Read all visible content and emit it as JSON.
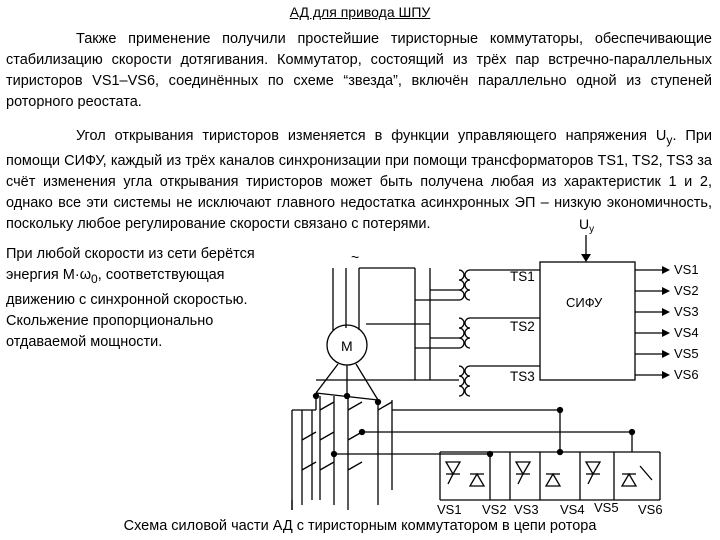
{
  "title": "АД для привода ШПУ",
  "paragraph1": "Также применение получили простейшие тиристорные коммутаторы, обеспечивающие стабилизацию скорости дотягивания. Коммутатор, состоящий из трёх пар встречно-параллельных тиристоров VS1–VS6, соединённых по схеме “звезда”, включён параллельно одной из ступеней роторного реостата.",
  "paragraph2_text": "Угол открывания тиристоров изменяется в функции управляющего напряжения U",
  "paragraph2_sub": "у",
  "paragraph2_rest": ". При помощи СИФУ, каждый из трёх каналов синхронизации при помощи трансформаторов TS1, TS2, TS3 за счёт изменения угла открывания тиристоров может быть получена любая из характеристик 1 и 2, однако все эти системы не исключают главного недостатка асинхронных ЭП – низкую экономичность, поскольку любое регулирование скорости связано с потерями.",
  "side_lines": [
    "При любой скорости из сети берётся",
    "энергия М·ω",
    "0",
    ", соответствующая",
    "движению с синхронной скоростью.",
    "Скольжение пропорционально",
    "отдаваемой мощности."
  ],
  "diagram": {
    "uy_main": "U",
    "uy_sub": "у",
    "tilde": "~",
    "motor": "M",
    "sifu": "СИФУ",
    "ts": [
      "TS1",
      "TS2",
      "TS3"
    ],
    "vs_right": [
      "VS1",
      "VS2",
      "VS3",
      "VS4",
      "VS5",
      "VS6"
    ],
    "vs_bottom": [
      "VS1",
      "VS2",
      "VS3",
      "VS4",
      "VS5",
      "VS6"
    ]
  },
  "caption": "Схема силовой части АД с тиристорным  коммутатором в цепи ротора"
}
